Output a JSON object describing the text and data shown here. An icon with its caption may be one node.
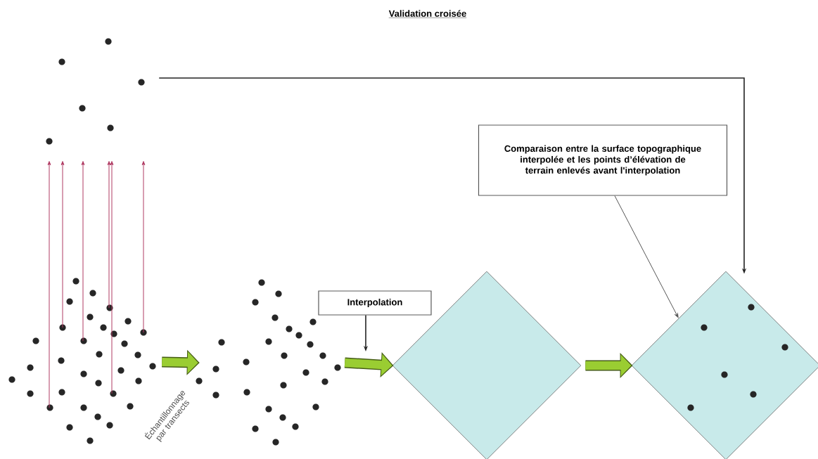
{
  "diagram": {
    "title": "Validation croisée",
    "nodes": [
      {
        "text": [],
        "shape": "dots"
      },
      {
        "text": [],
        "shape": "dots"
      },
      {
        "text": [],
        "shape": "dots"
      },
      {
        "text": [
          "Interpolation"
        ]
      },
      {
        "text": [],
        "shape": "diamond"
      },
      {
        "text": [
          "Comparaison entre la surface topographique interpolée et les points d’élévation de terrain enlevés avant l'interpolation"
        ]
      },
      {
        "text": [],
        "shape": "diamond"
      }
    ],
    "edges": [
      {
        "from": 0,
        "to": 2,
        "arrow": "to",
        "label": "Échantillonnage par transects",
        "style": "thick",
        "color": "#9acd32"
      },
      {
        "from": 2,
        "to": 4,
        "arrow": "to",
        "style": "thick",
        "color": "#9acd32"
      },
      {
        "from": 4,
        "to": 6,
        "arrow": "to",
        "style": "thick",
        "color": "#9acd32"
      },
      {
        "from": 3,
        "to": null,
        "arrow": "to",
        "color": "#222222"
      },
      {
        "from": 1,
        "to": 6,
        "arrow": "to",
        "color": "#222222"
      },
      {
        "from": 5,
        "to": 6,
        "arrow": "to",
        "color": "#555555"
      },
      {
        "from": 0,
        "to": 1,
        "arrow": "to",
        "color": "#b03a62"
      },
      {
        "from": 0,
        "to": 1,
        "arrow": "to",
        "color": "#b03a62"
      },
      {
        "from": 0,
        "to": 1,
        "arrow": "to",
        "color": "#b03a62"
      },
      {
        "from": 0,
        "to": 1,
        "arrow": "to",
        "color": "#b03a62"
      },
      {
        "from": 0,
        "to": 1,
        "arrow": "to",
        "color": "#b03a62"
      },
      {
        "from": 0,
        "to": 1,
        "arrow": "to",
        "color": "#b03a62"
      }
    ]
  }
}
